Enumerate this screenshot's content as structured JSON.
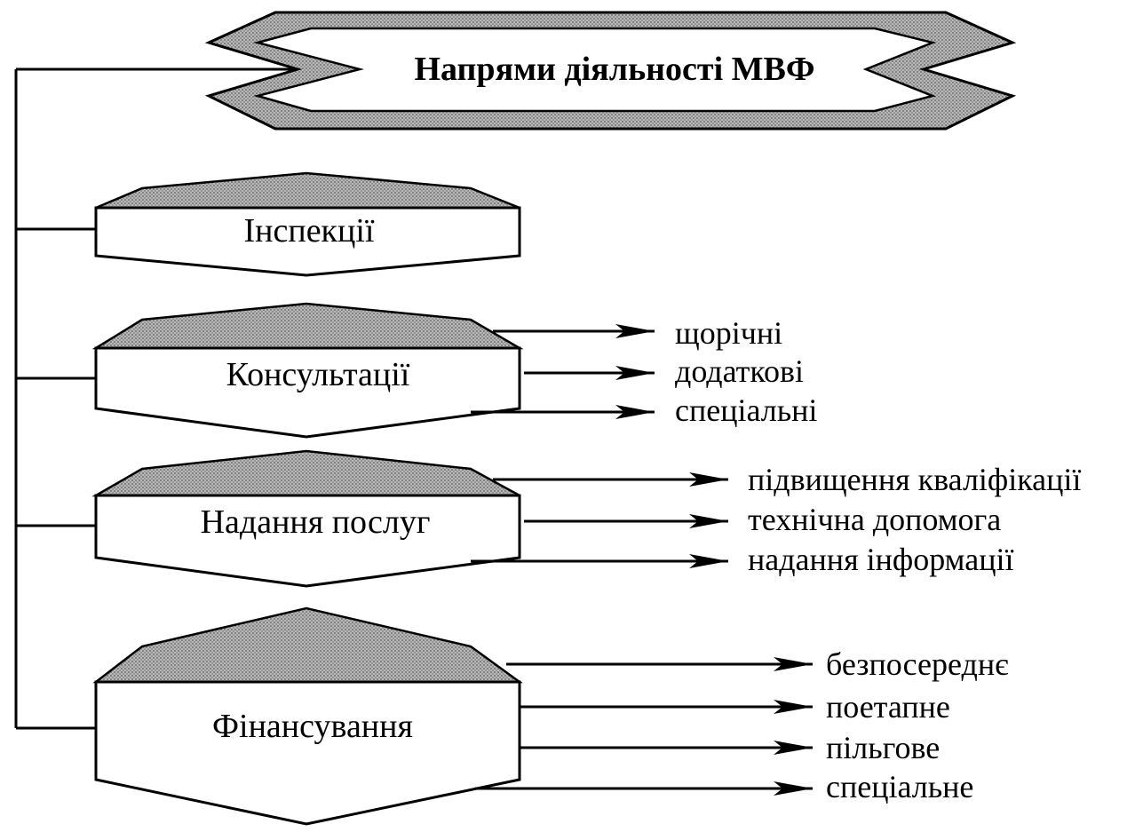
{
  "title": "Напрями діяльності МВФ",
  "branches": [
    {
      "id": "inspections",
      "label": "Інспекції",
      "items": []
    },
    {
      "id": "consultations",
      "label": "Консультації",
      "items": [
        "щорічні",
        "додаткові",
        "спеціальні"
      ]
    },
    {
      "id": "services",
      "label": "Надання послуг",
      "items": [
        "підвищення кваліфікації",
        "технічна допомога",
        "надання інформації"
      ]
    },
    {
      "id": "financing",
      "label": "Фінансування",
      "items": [
        "безпосереднє",
        "поетапне",
        "пільгове",
        "спеціальне"
      ]
    }
  ]
}
